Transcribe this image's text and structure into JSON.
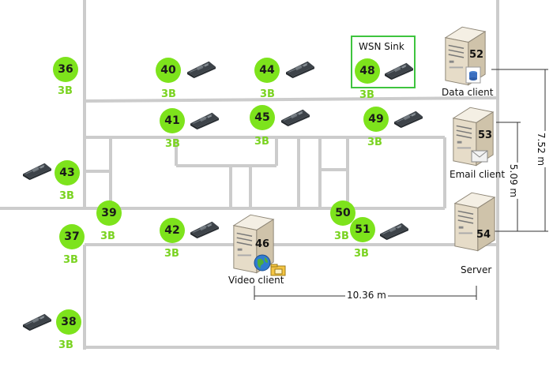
{
  "sensor_nodes": [
    {
      "id": "36",
      "tag": "3B"
    },
    {
      "id": "40",
      "tag": "3B"
    },
    {
      "id": "44",
      "tag": "3B"
    },
    {
      "id": "48",
      "tag": "3B"
    },
    {
      "id": "41",
      "tag": "3B"
    },
    {
      "id": "45",
      "tag": "3B"
    },
    {
      "id": "49",
      "tag": "3B"
    },
    {
      "id": "43",
      "tag": "3B"
    },
    {
      "id": "39",
      "tag": "3B"
    },
    {
      "id": "42",
      "tag": "3B"
    },
    {
      "id": "50",
      "tag": "3B"
    },
    {
      "id": "51",
      "tag": "3B"
    },
    {
      "id": "37",
      "tag": "3B"
    },
    {
      "id": "38",
      "tag": "3B"
    }
  ],
  "sink": {
    "label": "WSN Sink"
  },
  "servers": [
    {
      "id": "52",
      "caption": "Data client"
    },
    {
      "id": "53",
      "caption": "Email client"
    },
    {
      "id": "54",
      "caption": "Server"
    },
    {
      "id": "46",
      "caption": "Video client"
    }
  ],
  "dimensions": {
    "horizontal": "10.36 m",
    "vertical_long": "7.52 m",
    "vertical_short": "5.09 m"
  },
  "colors": {
    "node_fill": "#7de31c",
    "tag_text": "#7ad321",
    "wall": "#cccccc",
    "sink_border": "#3ec43e"
  }
}
